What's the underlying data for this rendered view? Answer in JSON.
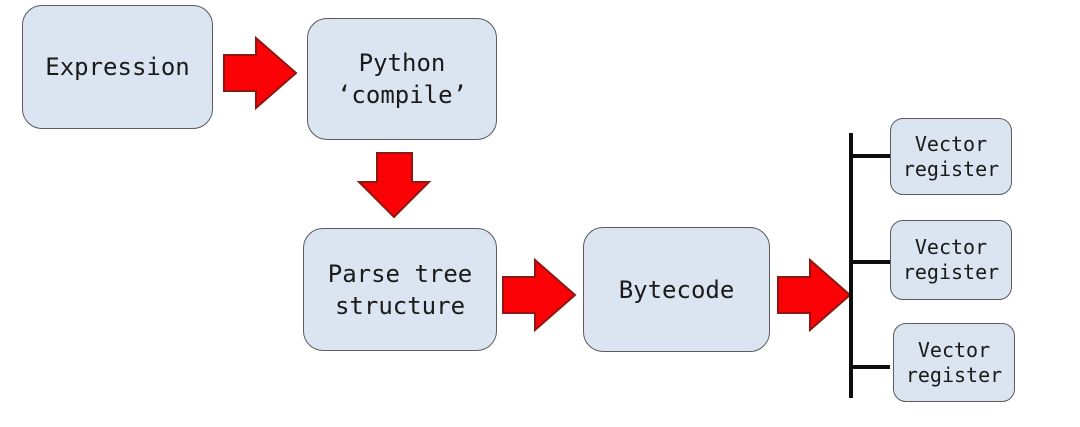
{
  "diagram": {
    "boxes": {
      "expression": {
        "label": "Expression"
      },
      "python_compile": {
        "line1": "Python",
        "line2": "‘compile’"
      },
      "parse_tree": {
        "line1": "Parse tree",
        "line2": "structure"
      },
      "bytecode": {
        "label": "Bytecode"
      },
      "vector_register_1": {
        "line1": "Vector",
        "line2": "register"
      },
      "vector_register_2": {
        "line1": "Vector",
        "line2": "register"
      },
      "vector_register_3": {
        "line1": "Vector",
        "line2": "register"
      }
    },
    "colors": {
      "box_fill": "#dbe5f1",
      "box_border": "#5b5b5b",
      "arrow_fill": "#fb0207",
      "arrow_border": "#8e1711",
      "connector": "#0d0d0d",
      "text": "#1a1a1a",
      "background": "#ffffff"
    }
  }
}
